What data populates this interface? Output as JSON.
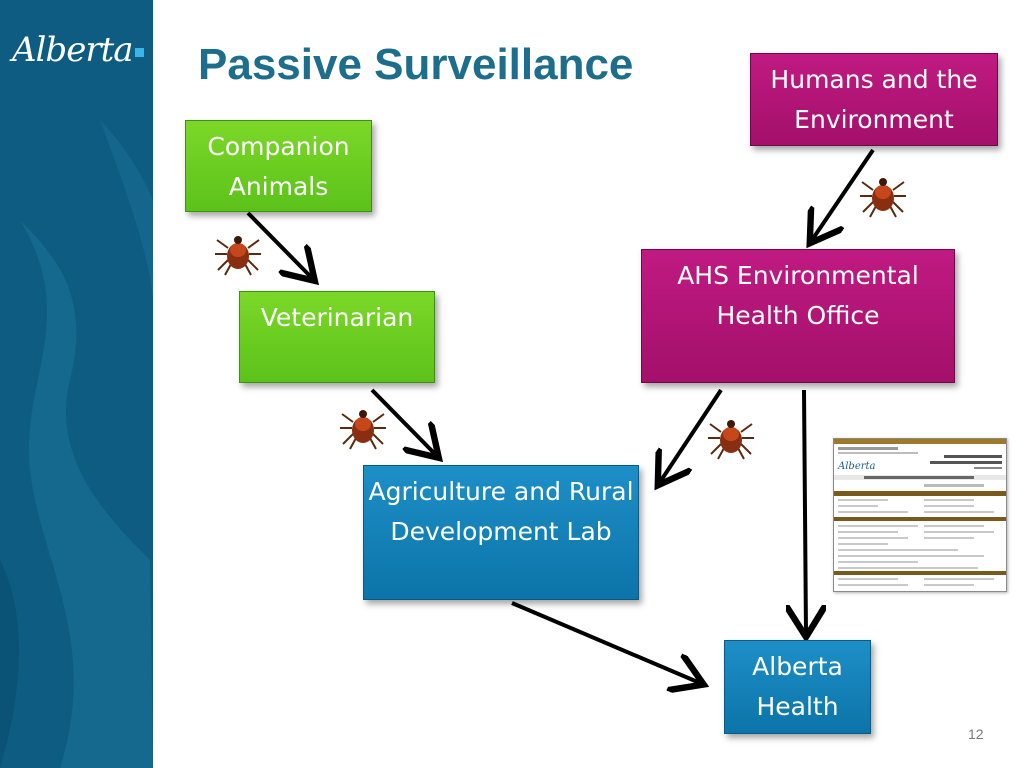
{
  "logo": {
    "text": "Alberta"
  },
  "slide": {
    "title": "Passive Surveillance",
    "page_number": "12"
  },
  "nodes": {
    "companion_animals": "Companion Animals",
    "veterinarian": "Veterinarian",
    "humans_environment": "Humans and the Environment",
    "ahs_office": "AHS Environmental Health Office",
    "ard_lab": "Agriculture and Rural Development Lab",
    "alberta_health": "Alberta Health"
  },
  "colors": {
    "sidebar": "#0e5c82",
    "title": "#1d6d8c",
    "green": "#6ccd20",
    "magenta": "#b0147a",
    "blue": "#1282bb"
  },
  "icons": [
    "tick-icon",
    "tick-icon",
    "tick-icon",
    "tick-icon"
  ]
}
